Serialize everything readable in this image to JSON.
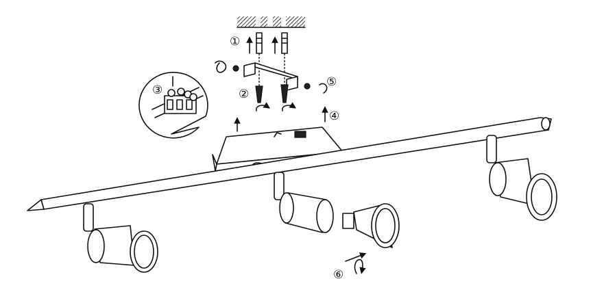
{
  "steps": {
    "s1": "①",
    "s2": "②",
    "s3": "③",
    "s4": "④",
    "s5": "⑤",
    "s6": "⑥"
  }
}
